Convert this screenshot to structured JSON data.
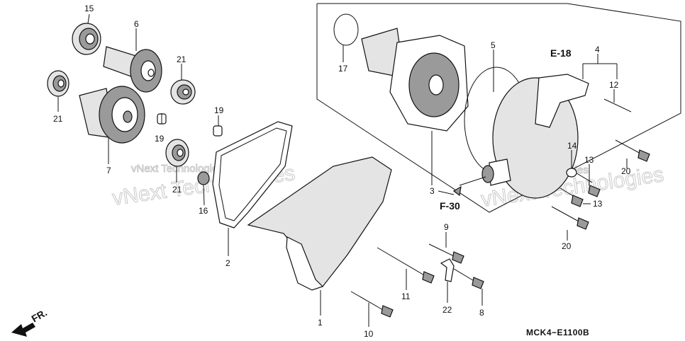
{
  "diagram": {
    "callouts": [
      "15",
      "6",
      "21",
      "21",
      "7",
      "19",
      "19",
      "21",
      "16",
      "2",
      "1",
      "10",
      "11",
      "9",
      "22",
      "8",
      "17",
      "5",
      "3",
      "4",
      "12",
      "20",
      "14",
      "13",
      "13",
      "20"
    ],
    "references": {
      "e18": "E-18",
      "f30": "F-30",
      "fr": "FR."
    },
    "part_code": "MCK4−E1100B",
    "watermark": [
      "vNext Technologies",
      "vNext Technologies"
    ]
  }
}
